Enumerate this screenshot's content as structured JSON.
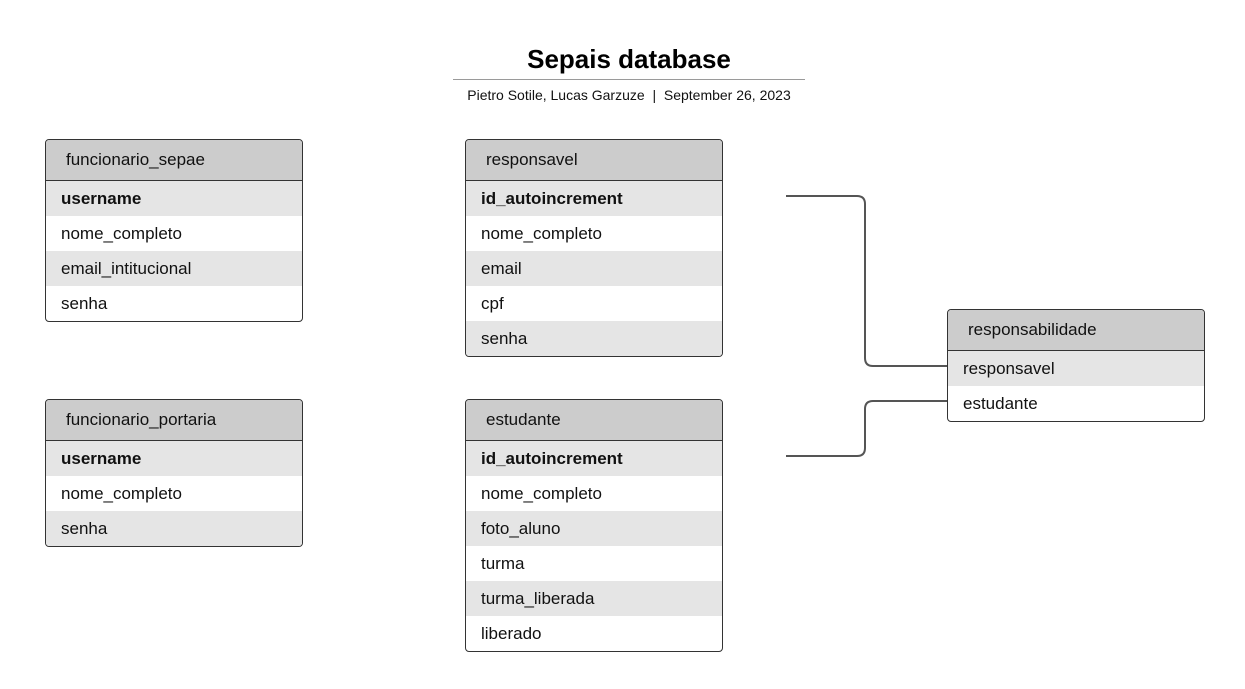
{
  "title": "Sepais database",
  "subtitle": "Pietro Sotile, Lucas Garzuze  |  September 26, 2023",
  "entities": {
    "funcionario_sepae": {
      "name": "funcionario_sepae",
      "fields": [
        "username",
        "nome_completo",
        "email_intitucional",
        "senha"
      ]
    },
    "funcionario_portaria": {
      "name": "funcionario_portaria",
      "fields": [
        "username",
        "nome_completo",
        "senha"
      ]
    },
    "responsavel": {
      "name": "responsavel",
      "fields": [
        "id_autoincrement",
        "nome_completo",
        "email",
        "cpf",
        "senha"
      ]
    },
    "estudante": {
      "name": "estudante",
      "fields": [
        "id_autoincrement",
        "nome_completo",
        "foto_aluno",
        "turma",
        "turma_liberada",
        "liberado"
      ]
    },
    "responsabilidade": {
      "name": "responsabilidade",
      "fields": [
        "responsavel",
        "estudante"
      ]
    }
  }
}
